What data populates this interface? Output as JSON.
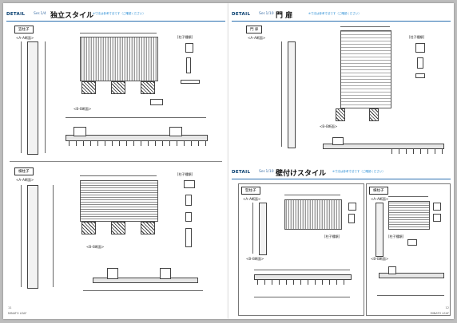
{
  "left_page": {
    "header": {
      "detail": "DETAIL",
      "series": "Ser.1/4",
      "title": "独立スタイル",
      "note": "※寸法は参考寸法です（ご確認ください）"
    },
    "section1": {
      "tag": "笠柱子",
      "aa_label": "<A–A断面>",
      "bb_label": "<B–B断面>",
      "detail_label": "[柱子種類]"
    },
    "section2": {
      "tag": "横柱子",
      "aa_label": "<A–A断面>",
      "bb_label": "<B–B断面>",
      "detail_label": "[柱子種類]"
    },
    "footer": {
      "brand": "MINATO LEAF",
      "page": "11"
    }
  },
  "right_page": {
    "header": {
      "detail": "DETAIL",
      "series": "Ser.1/10",
      "title": "門 扉",
      "note": "※寸法は参考寸法です（ご確認ください）"
    },
    "gate": {
      "tag": "門 扉",
      "aa_label": "<A–A断面>",
      "bb_label": "<B–B断面>",
      "detail_label": "[柱子種類]"
    },
    "header2": {
      "detail": "DETAIL",
      "series": "Ser.1/10",
      "title": "壁付けスタイル",
      "note": "※寸法は参考寸法です（ご確認ください）"
    },
    "wall_vertical": {
      "tag": "竪柱子",
      "aa_label": "<A–A断面>",
      "bb_label": "<B–B断面>",
      "detail_label": "[柱子種類]"
    },
    "wall_horizontal": {
      "tag": "横柱子",
      "aa_label": "<A–A断面>",
      "bb_label": "<B–B断面>",
      "detail_label": "[柱子種類]"
    },
    "footer": {
      "brand": "MINATO LEAF",
      "page": "12"
    }
  }
}
